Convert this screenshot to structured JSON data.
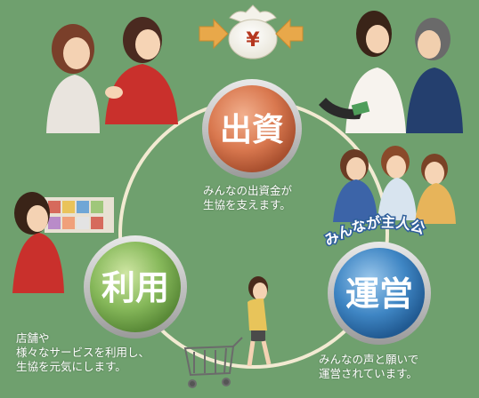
{
  "cycle": {
    "invest": {
      "label": "出資",
      "caption": [
        "みんなの出資金が",
        "生協を支えます。"
      ]
    },
    "manage": {
      "label": "運営",
      "caption": [
        "みんなの声と願いで",
        "運営されています。"
      ],
      "banner": "みんなが主人公"
    },
    "use": {
      "label": "利用",
      "caption": [
        "店舗や",
        "様々なサービスを利用し、",
        "生協を元気にします。"
      ]
    }
  },
  "moneybag_symbol": "¥",
  "colors": {
    "background": "#6fa06e",
    "ring": "#f2ead2",
    "invest_bubble": "#d9784f",
    "manage_bubble": "#3f86c4",
    "use_bubble": "#86b85a",
    "arrow": "#e8a84a"
  }
}
